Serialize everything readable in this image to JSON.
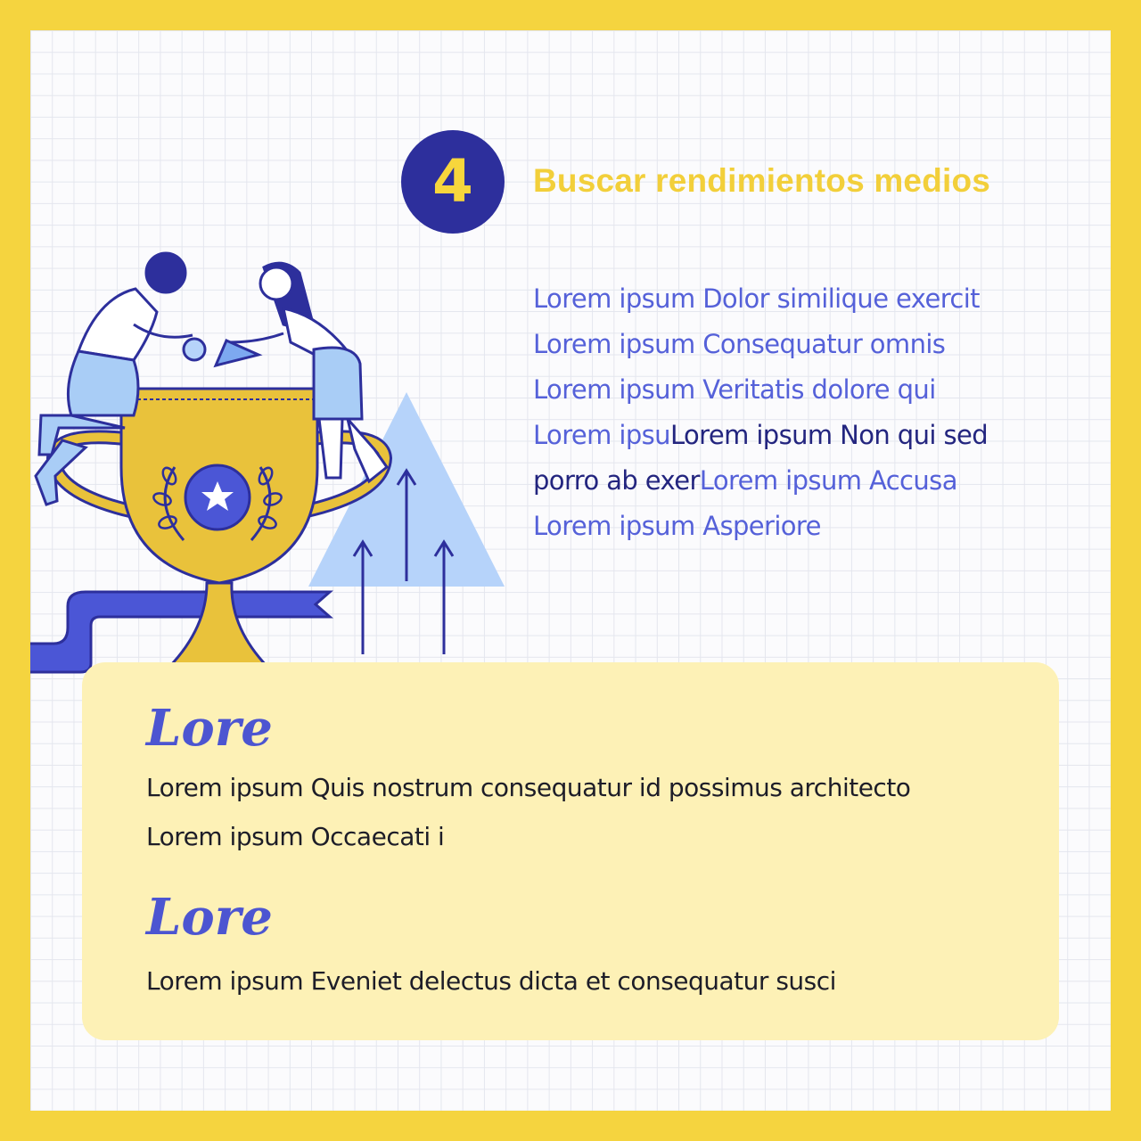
{
  "step": {
    "number": "4",
    "title": "Buscar rendimientos medios"
  },
  "description": {
    "lines": [
      {
        "parts": [
          {
            "text": "Lorem ipsum Dolor similique exercit",
            "tone": "light"
          }
        ]
      },
      {
        "parts": [
          {
            "text": "Lorem ipsum Consequatur omnis",
            "tone": "light"
          }
        ]
      },
      {
        "parts": [
          {
            "text": "Lorem ipsum Veritatis dolore qui",
            "tone": "light"
          }
        ]
      },
      {
        "parts": [
          {
            "text": "Lorem ipsu",
            "tone": "light"
          },
          {
            "text": "Lorem ipsum Non qui sed",
            "tone": "dark"
          }
        ]
      },
      {
        "parts": [
          {
            "text": "porro ab exer",
            "tone": "dark"
          },
          {
            "text": "Lorem ipsum Accusa",
            "tone": "light"
          }
        ]
      },
      {
        "parts": [
          {
            "text": "Lorem ipsum Asperiore",
            "tone": "light"
          }
        ]
      }
    ]
  },
  "card": {
    "sections": [
      {
        "heading": "Lore",
        "lines": [
          "Lorem ipsum Quis nostrum consequatur id possimus architecto",
          "Lorem ipsum Occaecati i"
        ]
      },
      {
        "heading": "Lore",
        "lines": [
          "Lorem ipsum Eveniet delectus dicta et consequatur susci"
        ]
      }
    ]
  },
  "illustration": {
    "icon": "trophy-teamwork-illustration"
  },
  "colors": {
    "frame": "#f5d43f",
    "navy": "#2d2f9c",
    "accent_blue": "#5561d9",
    "title_yellow": "#f2cf3a",
    "card_bg": "#fdf1b6"
  }
}
